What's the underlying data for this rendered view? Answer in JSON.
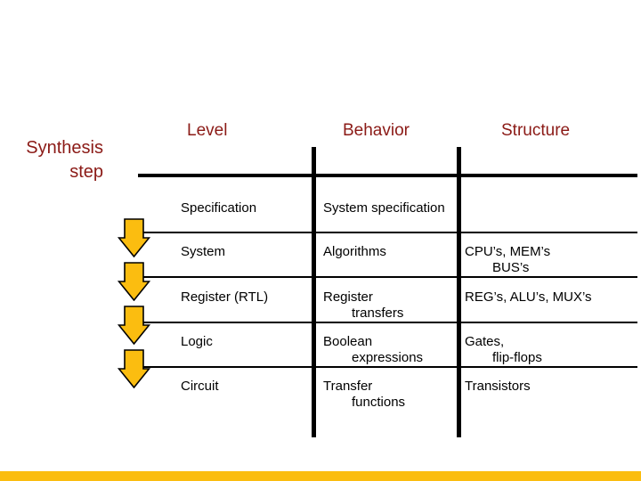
{
  "slide": {
    "side_label": {
      "line1": "Synthesis",
      "line2": "step"
    },
    "headers": {
      "level": "Level",
      "behavior": "Behavior",
      "structure": "Structure"
    },
    "rows": [
      {
        "level": "Specification",
        "behavior": [
          "System specification"
        ],
        "structure": []
      },
      {
        "level": "System",
        "behavior": [
          "Algorithms"
        ],
        "structure": [
          "CPU’s, MEM’s",
          "BUS’s"
        ]
      },
      {
        "level": "Register (RTL)",
        "behavior": [
          "Register",
          "transfers"
        ],
        "structure": [
          "REG’s, ALU’s, MUX’s"
        ]
      },
      {
        "level": "Logic",
        "behavior": [
          "Boolean",
          "expressions"
        ],
        "structure": [
          "Gates,",
          "flip-flops"
        ]
      },
      {
        "level": "Circuit",
        "behavior": [
          "Transfer",
          "functions"
        ],
        "structure": [
          "Transistors"
        ]
      }
    ],
    "arrows": {
      "count": 4,
      "icon": "down-arrow-icon"
    },
    "colors": {
      "accent_red": "#8B1A16",
      "arrow_gold": "#FBBD10",
      "line_black": "#000000",
      "background": "#FFFFFF"
    }
  }
}
